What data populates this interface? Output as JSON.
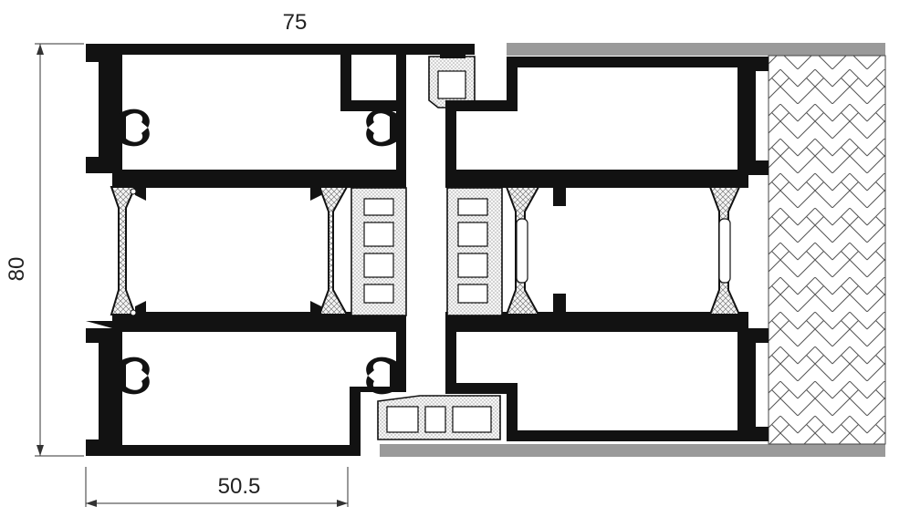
{
  "dimensions": {
    "top_width": "75",
    "height": "80",
    "bottom_width": "50.5"
  },
  "colors": {
    "profile": "#121212",
    "glass_frame": "#9a9a9a",
    "insulation_fill": "#ffffff",
    "gasket_fill": "#f2f2f2",
    "dimension_line": "#333333"
  },
  "icons": {
    "infill": "herringbone-pattern",
    "gasket_texture": "dotted-fill",
    "thermal_break_texture": "crosshatch-fill"
  }
}
